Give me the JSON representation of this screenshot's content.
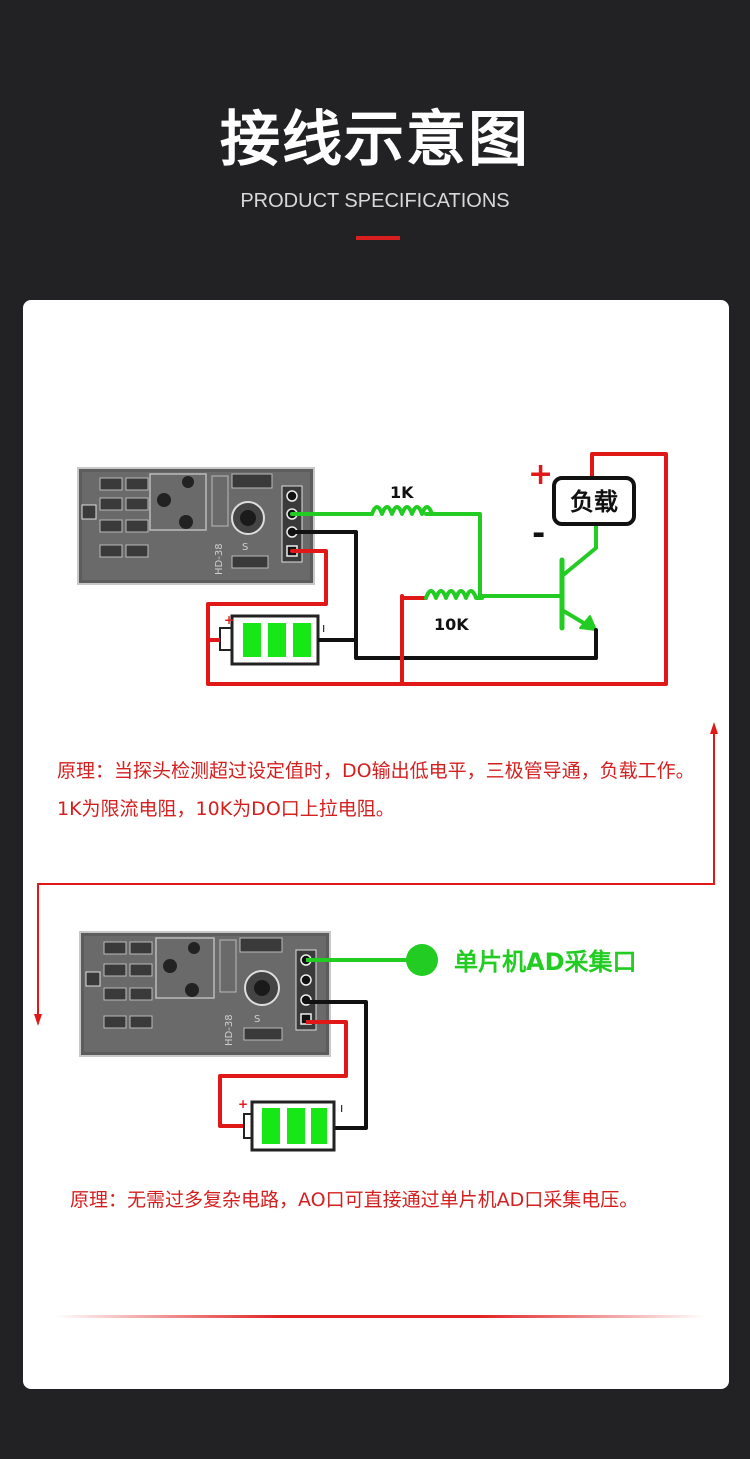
{
  "header": {
    "title": "接线示意图",
    "subtitle": "PRODUCT SPECIFICATIONS"
  },
  "diagram1": {
    "resistor_top": "1K",
    "resistor_bottom": "10K",
    "load_label": "负载",
    "plus_sign": "+",
    "minus_sign": "-",
    "board_text": "HD-38",
    "board_pin": "S",
    "battery_plus": "+",
    "battery_minus": "ı"
  },
  "description1": "原理：当探头检测超过设定值时，DO输出低电平，三极管导通，负载工作。1K为限流电阻，10K为DO口上拉电阻。",
  "diagram2": {
    "mcu_label": "单片机AD采集口",
    "board_text": "HD-38",
    "board_pin": "S",
    "battery_plus": "+",
    "battery_minus": "ı"
  },
  "description2": "原理：无需过多复杂电路，AO口可直接通过单片机AD口采集电压。",
  "colors": {
    "background": "#222225",
    "accent_red": "#d81e1e",
    "wire_green": "#22cc22",
    "wire_red": "#e01818",
    "wire_black": "#111111",
    "board_gray": "#5a5a5a",
    "battery_green": "#17e617"
  }
}
